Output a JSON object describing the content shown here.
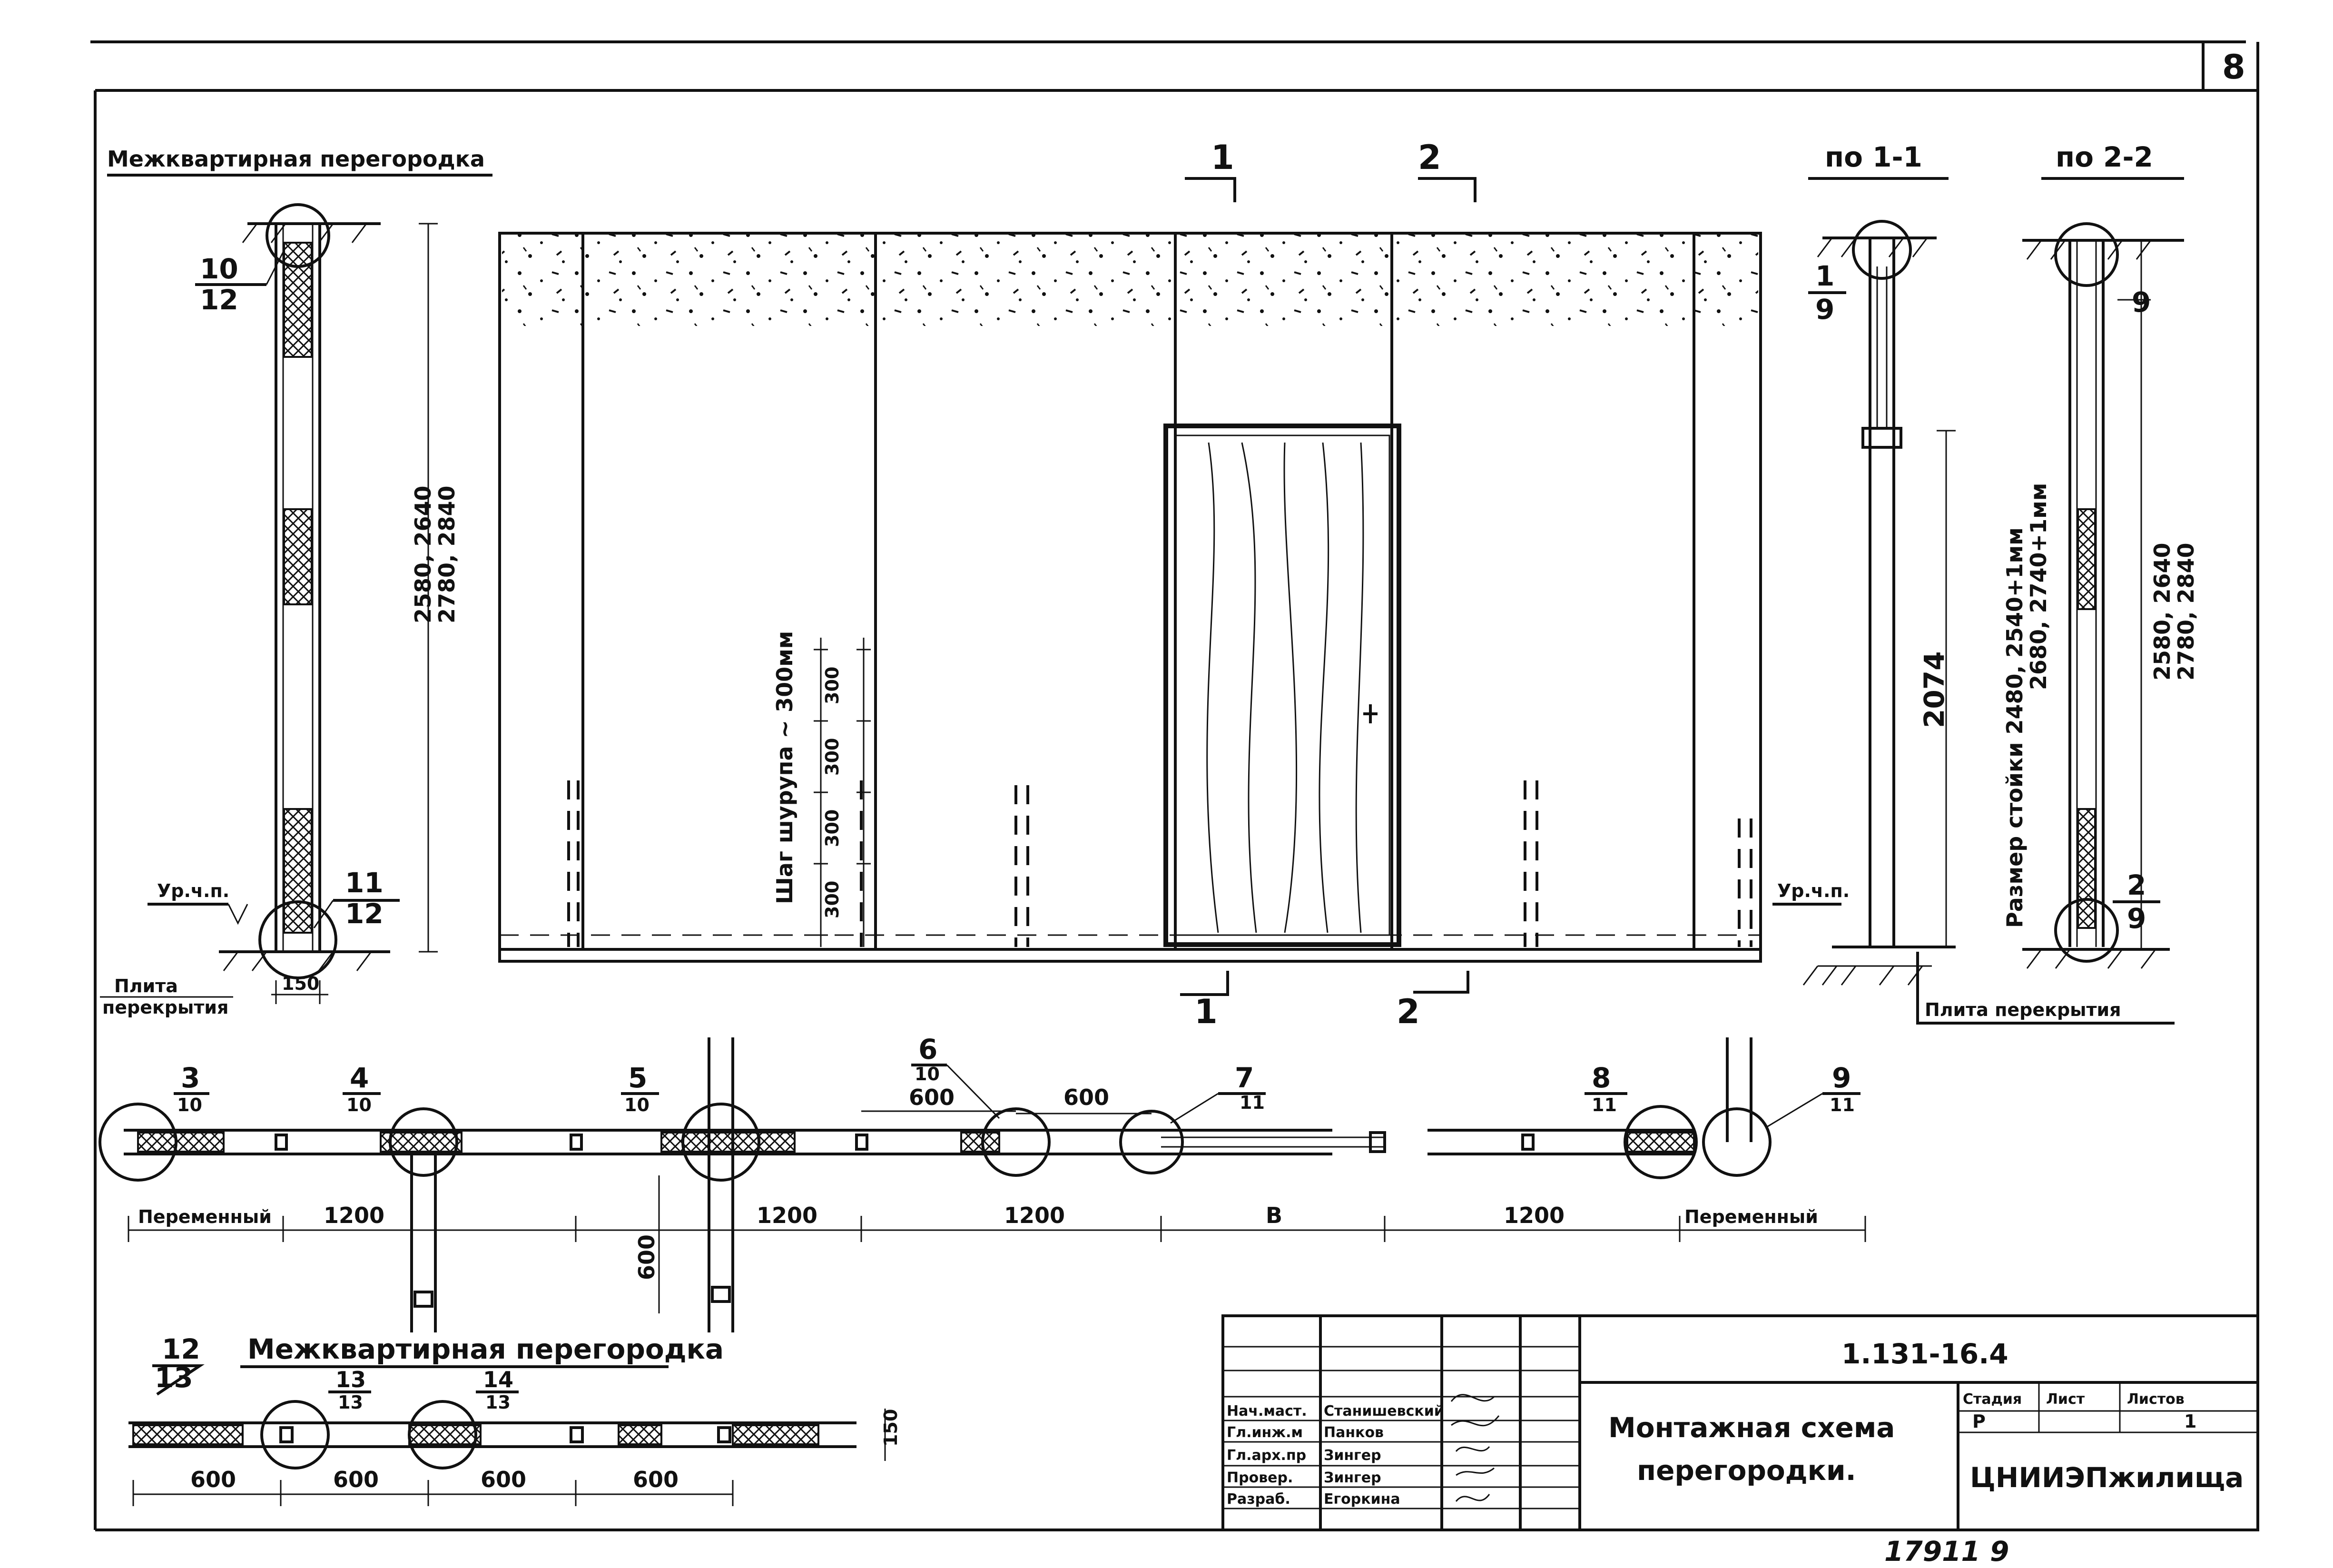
{
  "sheet_number": "8",
  "drawing_code": "1.131-16.4",
  "drawing_title": [
    "Монтажная схема",
    "перегородки."
  ],
  "organization": "ЦНИИЭПжилища",
  "bottom_note": "17911 9",
  "headings": {
    "left_partition": "Межквартирная перегородка",
    "bottom_partition": "Межквартирная перегородка",
    "section_1": "по 1-1",
    "section_2": "по 2-2"
  },
  "labels": {
    "floor_level": "Ур.ч.п.",
    "floor_level_right": "Ур.ч.п.",
    "slab_left_1": "Плита",
    "slab_left_2": "перекрытия",
    "slab_right": "Плита перекрытия",
    "screw_pitch": "Шаг шурупа ~ 300мм",
    "post_size_1": "Размер стойки 2480, 2540+1мм",
    "post_size_2": "2680, 2740+1мм"
  },
  "section_marks": {
    "top_1": "1",
    "top_2": "2",
    "bottom_1": "1",
    "bottom_2": "2"
  },
  "callouts": {
    "c10_12": [
      "10",
      "12"
    ],
    "c11_12": [
      "11",
      "12"
    ],
    "c1_9": [
      "1",
      "9"
    ],
    "c9": "9",
    "c2_9": [
      "2",
      "9"
    ],
    "c3_10": [
      "3",
      "10"
    ],
    "c4_10": [
      "4",
      "10"
    ],
    "c5_10": [
      "5",
      "10"
    ],
    "c6_10": [
      "6",
      "10"
    ],
    "c7_11": [
      "7",
      "11"
    ],
    "c8_11": [
      "8",
      "11"
    ],
    "c9_11": [
      "9",
      "11"
    ],
    "c12_13": [
      "12",
      "13"
    ],
    "c13_13": [
      "13",
      "13"
    ],
    "c14_13": [
      "14",
      "13"
    ]
  },
  "dimensions": {
    "left_height_1": "2580, 2640",
    "left_height_2": "2780, 2840",
    "left_thickness": "150",
    "screw_300_a": "300",
    "screw_300_b": "300",
    "screw_300_c": "300",
    "screw_300_d": "300",
    "door_height": "2074",
    "right_height_1": "2580, 2640",
    "right_height_2": "2780, 2840",
    "plan_600_a": "600",
    "plan_600_b": "600",
    "plan_600_vert": "600",
    "plan_segments": [
      "Переменный",
      "1200",
      "1200",
      "1200",
      "В",
      "1200",
      "Переменный"
    ],
    "bottom_thickness": "150",
    "bottom_segments": [
      "600",
      "600",
      "600",
      "600"
    ]
  },
  "title_block": {
    "staff": [
      {
        "role": "Нач.маст.",
        "name": "Станишевский"
      },
      {
        "role": "Гл.инж.м",
        "name": "Панков"
      },
      {
        "role": "Гл.арх.пр",
        "name": "Зингер"
      },
      {
        "role": "Провер.",
        "name": "Зингер"
      },
      {
        "role": "Разраб.",
        "name": "Егоркина"
      }
    ],
    "headers": [
      "Стадия",
      "Лист",
      "Листов"
    ],
    "values": [
      "Р",
      "",
      "1"
    ]
  }
}
